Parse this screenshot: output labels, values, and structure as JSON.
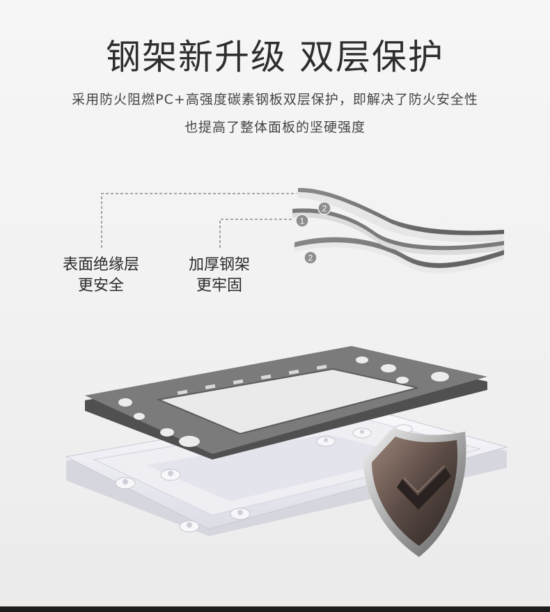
{
  "header": {
    "title": "钢架新升级 双层保护",
    "subtitle_line1": "采用防火阻燃PC+高强度碳素钢板双层保护，即解决了防火安全性",
    "subtitle_line2": "也提高了整体面板的坚硬强度"
  },
  "callouts": {
    "left": {
      "line1": "表面绝缘层",
      "line2": "更安全"
    },
    "middle": {
      "line1": "加厚钢架",
      "line2": "更牢固"
    }
  },
  "layer_badges": {
    "top": "2",
    "middle": "1",
    "bottom": "2"
  },
  "colors": {
    "steel": "#6f6f6f",
    "plastic": "#f7f7fb",
    "badge": "#8a8a8a"
  },
  "icons": {
    "shield": "shield-check-icon"
  }
}
